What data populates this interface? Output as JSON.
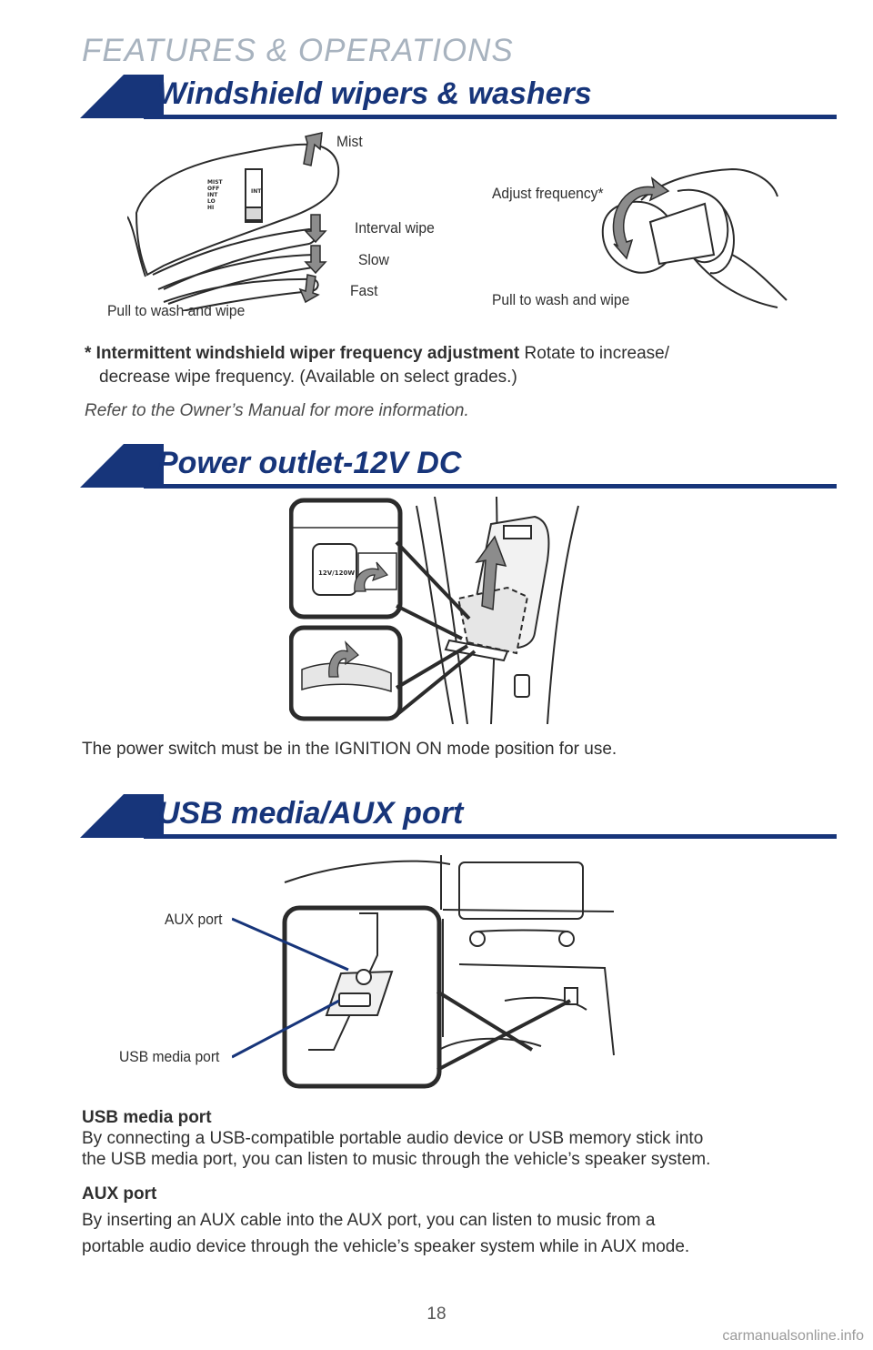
{
  "page": {
    "header": "FEATURES & OPERATIONS",
    "page_number": "18",
    "watermark": "carmanualsonline.info"
  },
  "wipers": {
    "title": "Windshield wipers & washers",
    "labels": {
      "mist": "Mist",
      "interval": "Interval wipe",
      "slow": "Slow",
      "fast": "Fast",
      "pull_left": "Pull to wash and wipe",
      "adjust": "Adjust frequency*",
      "pull_right": "Pull to wash and wipe"
    },
    "stalk_marks": {
      "left": [
        "MIST",
        "OFF",
        "INT",
        "LO",
        "HI"
      ],
      "right": "INT"
    },
    "note_lead": "* Intermittent windshield wiper frequency adjustment",
    "note_text1": " Rotate to increase/",
    "note_text2": "decrease wipe frequency. (Available on select grades.)",
    "refer": "Refer to the Owner’s Manual for more information."
  },
  "power": {
    "title": "Power outlet-12V DC",
    "outlet_label": "12V/120W",
    "caption": "The power switch must be in the IGNITION ON mode position for use."
  },
  "usb": {
    "title": "USB media/AUX port",
    "aux_label": "AUX port",
    "usb_label": "USB media port",
    "usb_heading": "USB media port",
    "usb_text1": "By connecting a USB-compatible portable audio device or USB memory stick into",
    "usb_text2": "the USB media port, you can listen to music through the vehicle’s speaker system.",
    "aux_heading": "AUX port",
    "aux_text1": "By inserting an AUX cable into the AUX port, you can listen to music from a",
    "aux_text2": "portable audio device through the vehicle’s speaker system while in AUX mode."
  },
  "colors": {
    "navy": "#17357a",
    "header_gray": "#a8b3bf",
    "arrow_gray": "#8c8c8c"
  }
}
